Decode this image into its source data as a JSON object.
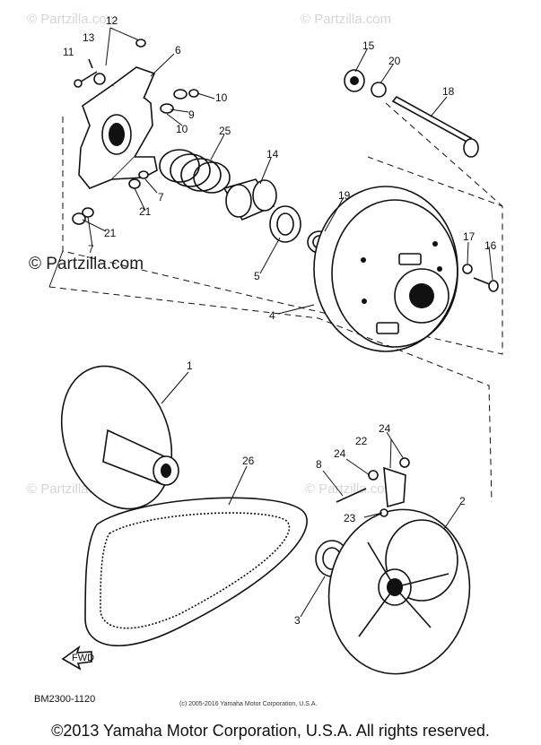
{
  "watermarks": {
    "small": "© Partzilla.com",
    "main": "© Partzilla.com"
  },
  "callouts": {
    "c1": "1",
    "c2": "2",
    "c3": "3",
    "c4": "4",
    "c5": "5",
    "c6": "6",
    "c7a": "7",
    "c7b": "7",
    "c8": "8",
    "c9": "9",
    "c10a": "10",
    "c10b": "10",
    "c11": "11",
    "c12": "12",
    "c13": "13",
    "c14": "14",
    "c15": "15",
    "c16": "16",
    "c17": "17",
    "c18": "18",
    "c19": "19",
    "c20": "20",
    "c21a": "21",
    "c21b": "21",
    "c22": "22",
    "c23": "23",
    "c24a": "24",
    "c24b": "24",
    "c25": "25",
    "c26": "26"
  },
  "diagram_code": "BM2300-1120",
  "small_copyright": "(c) 2005-2016 Yamaha Motor Corporation, U.S.A.",
  "footer_copyright": "©2013 Yamaha Motor Corporation, U.S.A. All rights reserved.",
  "fwd_label": "FWD"
}
